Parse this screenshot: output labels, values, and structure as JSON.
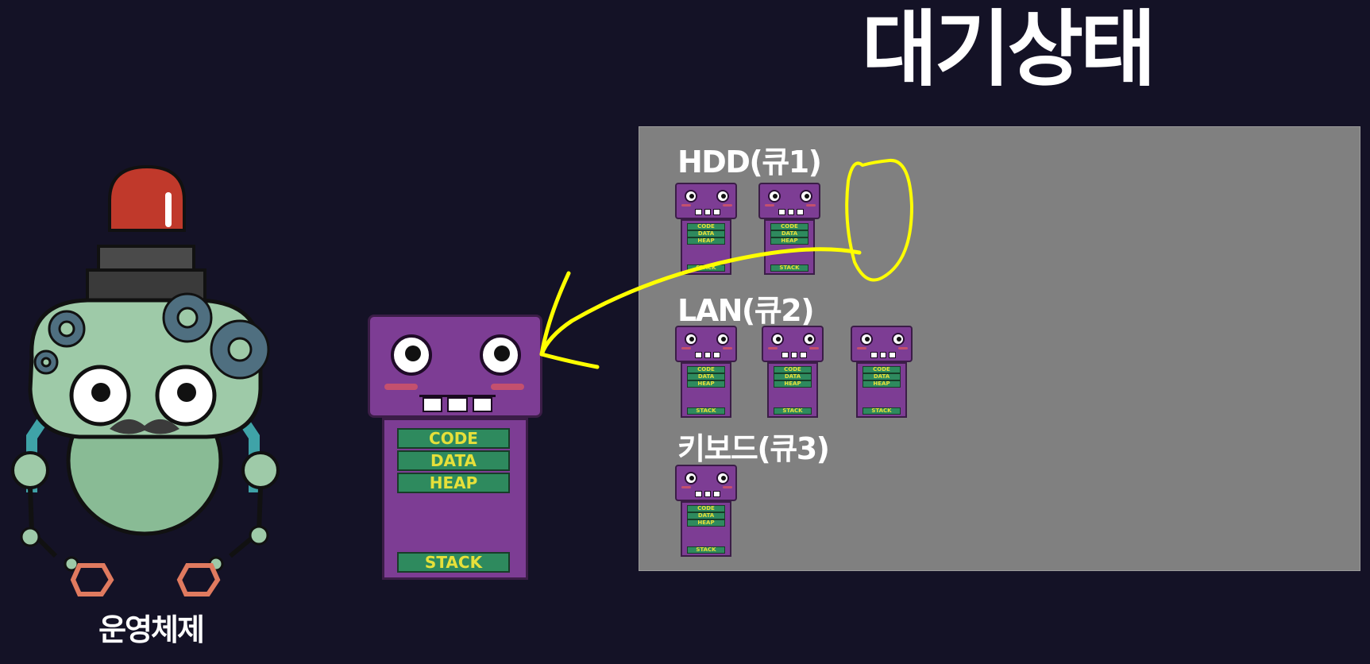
{
  "title": "대기상태",
  "os_label": "운영체제",
  "process_segments": {
    "code": "CODE",
    "data": "DATA",
    "heap": "HEAP",
    "stack": "STACK"
  },
  "queues": [
    {
      "label": "HDD(큐1)",
      "process_count": 2
    },
    {
      "label": "LAN(큐2)",
      "process_count": 3
    },
    {
      "label": "키보드(큐3)",
      "process_count": 1
    }
  ],
  "colors": {
    "background": "#141226",
    "panel": "#808080",
    "process_purple": "#7d3d94",
    "segment_green": "#2e8a5e",
    "segment_text": "#e6e03a",
    "annotation_yellow": "#ffff00",
    "os_robot_green": "#9ecaa8",
    "siren_red": "#c0392b"
  }
}
